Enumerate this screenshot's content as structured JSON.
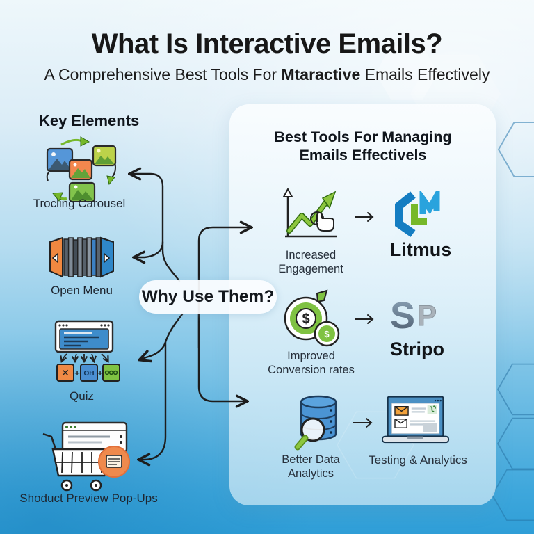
{
  "page": {
    "title": "What Is Interactive Emails?",
    "subtitle_prefix": "A Comprehensive Best Tools For ",
    "subtitle_bold": "Mtaractive",
    "subtitle_suffix": " Emails Effectively"
  },
  "key_elements": {
    "heading": "Key Elements",
    "items": [
      {
        "label": "Trocling Carousel",
        "icon": "image-carousel-icon"
      },
      {
        "label": "Open Menu",
        "icon": "accordion-menu-icon"
      },
      {
        "label": "Quiz",
        "icon": "quiz-window-icon"
      },
      {
        "label": "Shoduct Preview Pop-Ups",
        "icon": "shopping-cart-popup-icon"
      }
    ],
    "quiz": {
      "x": "✕",
      "plus": "+",
      "oh": "OH"
    }
  },
  "bubble": {
    "label": "Why Use Them?"
  },
  "tools_panel": {
    "heading_line1": "Best Tools For Managing",
    "heading_line2": "Emails Effectivels",
    "rows": [
      {
        "benefit_line1": "Increased",
        "benefit_line2": "Engagement",
        "tool": "Litmus",
        "benefit_icon": "growth-chart-click-icon",
        "tool_icon": "litmus-logo"
      },
      {
        "benefit_line1": "Improved",
        "benefit_line2": "Conversion rates",
        "tool": "Stripo",
        "benefit_icon": "dollar-coins-icon",
        "tool_icon": "stripo-logo"
      },
      {
        "benefit_line1": "Better Data",
        "benefit_line2": "Analytics",
        "tool": "Testing & Analytics",
        "benefit_icon": "database-search-icon",
        "tool_icon": "laptop-email-icon"
      }
    ]
  },
  "symbols": {
    "dollar": "$"
  },
  "colors": {
    "accent_green": "#7ac143",
    "accent_blue": "#2f9fd8",
    "accent_orange": "#ef8840",
    "litmus_blue": "#1788c9",
    "litmus_light_blue": "#29a3dd",
    "litmus_green": "#76b82a",
    "stripo_gray": "#5c6e80",
    "ink": "#1d1d1d"
  }
}
